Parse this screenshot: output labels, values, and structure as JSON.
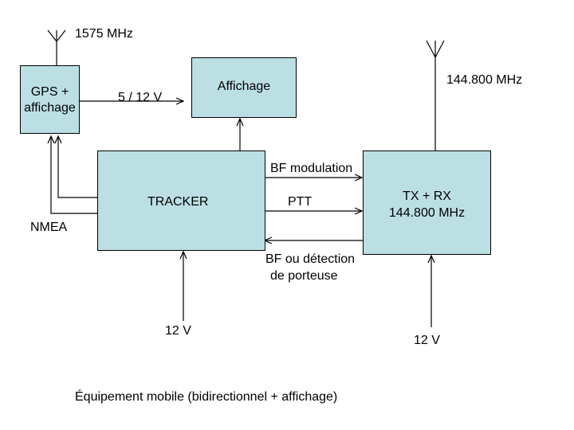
{
  "colors": {
    "box_fill": "#bcdfe4",
    "line": "#000000",
    "background": "#ffffff"
  },
  "icons": [
    "antenna-icon-gps",
    "antenna-icon-radio"
  ],
  "labels": {
    "gps_freq": "1575 MHz",
    "radio_freq": "144.800 MHz",
    "voltage_gps": "5 / 12 V",
    "bf_modulation": "BF modulation",
    "ptt": "PTT",
    "bf_detection_line1": "BF ou détection",
    "bf_detection_line2": "de porteuse",
    "nmea": "NMEA",
    "power_tracker": "12 V",
    "power_radio": "12 V",
    "caption": "Équipement mobile (bidirectionnel + affichage)"
  },
  "blocks": {
    "gps_line1": "GPS +",
    "gps_line2": "affichage",
    "display": "Affichage",
    "tracker": "TRACKER",
    "radio_line1": "TX + RX",
    "radio_line2": "144.800 MHz"
  }
}
